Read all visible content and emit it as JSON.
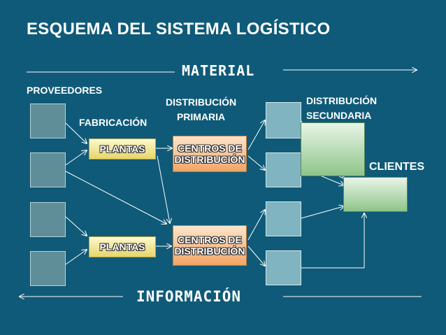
{
  "title": "ESQUEMA DEL SISTEMA LOGÍSTICO",
  "flows": {
    "material": "MATERIAL",
    "informacion": "INFORMACIÓN"
  },
  "labels": {
    "proveedores": "PROVEEDORES",
    "fabricacion": "FABRICACIÓN",
    "distribucion_primaria": [
      "DISTRIBUCIÓN",
      "PRIMARIA"
    ],
    "distribucion_secundaria": [
      "DISTRIBUCIÓN",
      "SECUNDARIA"
    ],
    "clientes": "CLIENTES"
  },
  "nodes": {
    "plantas": [
      "PLANTAS",
      "PLANTAS"
    ],
    "centros": [
      {
        "line1": "CENTROS DE",
        "line2": "DISTRIBUCIÓN"
      },
      {
        "line1": "CENTROS DE",
        "line2": "DISTRIBUCIÓN"
      }
    ]
  },
  "colors": {
    "background": "#0f5a78",
    "text": "#ffffff",
    "plantas": "#f5ec9a",
    "centros": "#f7c08a",
    "clientes": "#b7dcb1"
  }
}
